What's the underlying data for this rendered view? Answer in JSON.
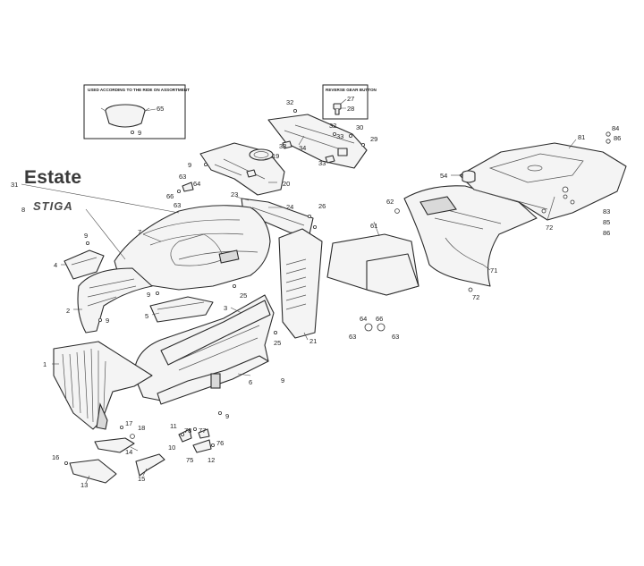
{
  "brand": {
    "model": "Estate",
    "logo": "STIGA"
  },
  "captions": {
    "assortment": "USED ACCORDING TO THE RIDE ON ASSORTMENT",
    "reverse": "REVERSE GEAR BUTTON"
  },
  "callouts": {
    "c1": "1",
    "c2": "2",
    "c3": "3",
    "c4": "4",
    "c5": "5",
    "c6": "6",
    "c7": "7",
    "c8": "8",
    "c9a": "9",
    "c9b": "9",
    "c9c": "9",
    "c9d": "9",
    "c9e": "9",
    "c9f": "9",
    "c10": "10",
    "c11": "11",
    "c12": "12",
    "c13": "13",
    "c14": "14",
    "c15": "15",
    "c16": "16",
    "c17": "17",
    "c18": "18",
    "c19": "19",
    "c20": "20",
    "c21": "21",
    "c23": "23",
    "c24": "24",
    "c25a": "25",
    "c25b": "25",
    "c26": "26",
    "c27": "27",
    "c28": "28",
    "c29": "29",
    "c30": "30",
    "c31": "31",
    "c32a": "32",
    "c32b": "32",
    "c33a": "33",
    "c33b": "33",
    "c34": "34",
    "c54": "54",
    "c61": "61",
    "c62": "62",
    "c63a": "63",
    "c63b": "63",
    "c63c": "63",
    "c63d": "63",
    "c64a": "64",
    "c64b": "64",
    "c65": "65",
    "c66a": "66",
    "c66b": "66",
    "c71": "71",
    "c72a": "72",
    "c72b": "72",
    "c75": "75",
    "c76": "76",
    "c77": "77",
    "c78": "78",
    "c81": "81",
    "c83": "83",
    "c84": "84",
    "c85": "85",
    "c86a": "86",
    "c86b": "86"
  }
}
